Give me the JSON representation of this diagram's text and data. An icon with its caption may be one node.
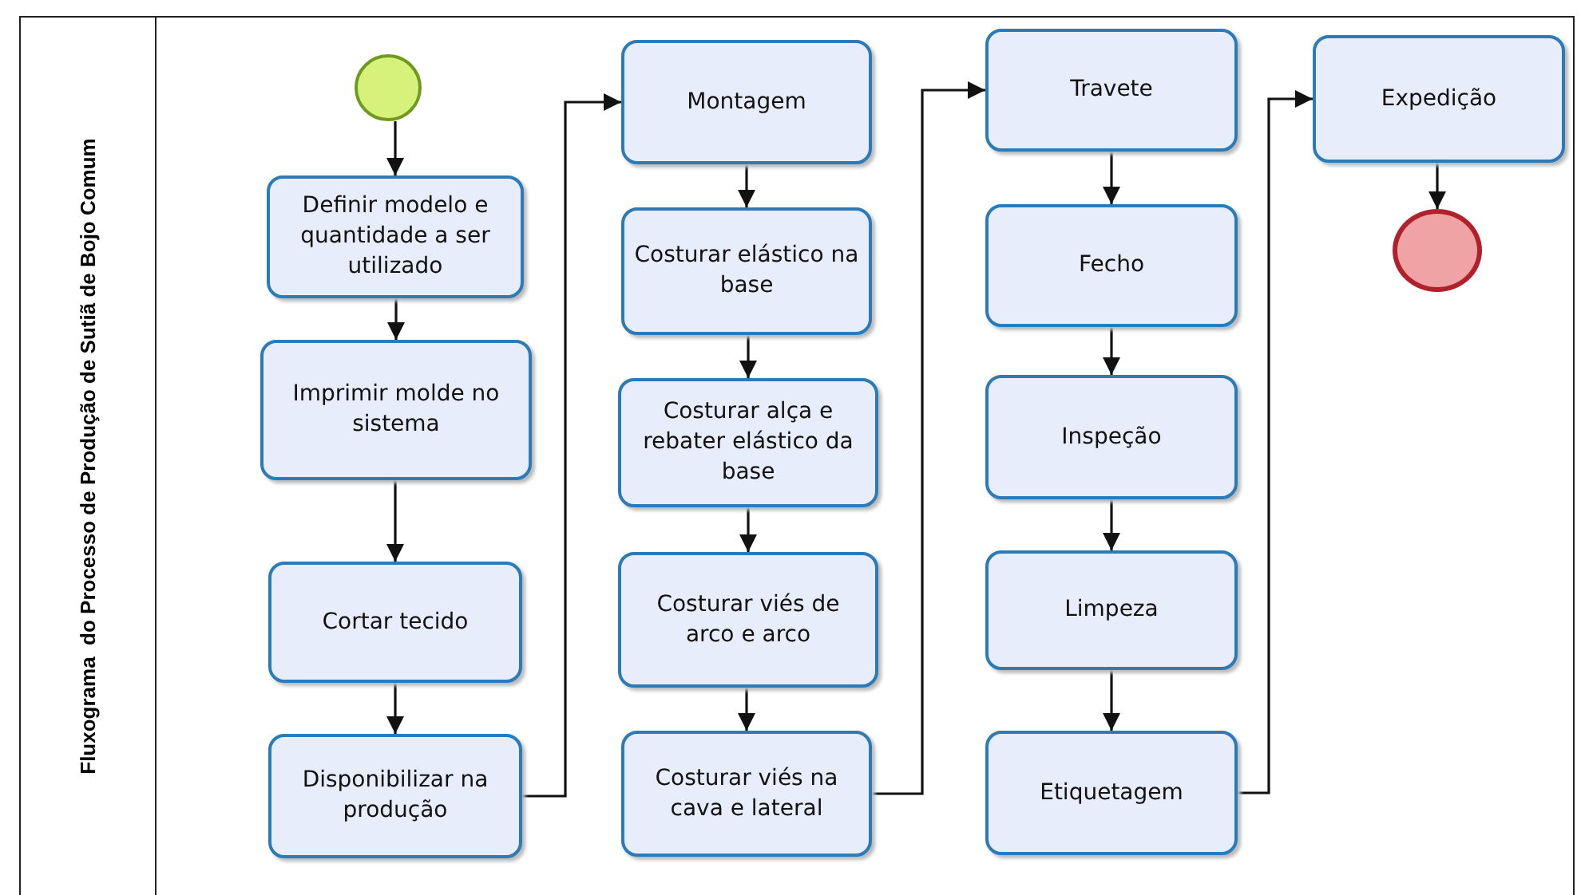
{
  "diagram": {
    "nodes": [
      {
        "text": [
          "Fluxograma  do Processo de Produção de Sutiã de Bojo Comum"
        ]
      },
      {
        "text": [],
        "shape": "circle",
        "in": 0
      },
      {
        "text": [
          "Definir modelo e quantidade a ser utilizado"
        ],
        "in": 0
      },
      {
        "text": [
          "Imprimir molde no sistema"
        ],
        "in": 0
      },
      {
        "text": [
          "Cortar tecido"
        ],
        "in": 0
      },
      {
        "text": [
          "Disponibilizar na produção"
        ],
        "in": 0
      },
      {
        "text": [
          "Montagem"
        ],
        "in": 0
      },
      {
        "text": [
          "Costurar elástico na base"
        ],
        "in": 0
      },
      {
        "text": [
          "Costurar alça e rebater  elástico da base"
        ],
        "in": 0
      },
      {
        "text": [
          "Costurar viés de arco e arco"
        ],
        "in": 0
      },
      {
        "text": [
          "Costurar viés na cava e lateral"
        ],
        "in": 0
      },
      {
        "text": [
          "Travete"
        ],
        "in": 0
      },
      {
        "text": [
          "Fecho"
        ],
        "in": 0
      },
      {
        "text": [
          "Inspeção"
        ],
        "in": 0
      },
      {
        "text": [
          "Limpeza"
        ],
        "in": 0
      },
      {
        "text": [
          "Etiquetagem"
        ],
        "in": 0
      },
      {
        "text": [
          "Expedição"
        ],
        "in": 0
      },
      {
        "text": [],
        "shape": "circle",
        "in": 0
      }
    ],
    "edges": [
      {
        "from": 1,
        "to": 2,
        "arrow": "to"
      },
      {
        "from": 2,
        "to": 3,
        "arrow": "to"
      },
      {
        "from": 3,
        "to": 4,
        "arrow": "to"
      },
      {
        "from": 4,
        "to": 5,
        "arrow": "to"
      },
      {
        "from": 5,
        "to": 6,
        "arrow": "to"
      },
      {
        "from": 6,
        "to": 7,
        "arrow": "to"
      },
      {
        "from": 7,
        "to": 8,
        "arrow": "to"
      },
      {
        "from": 8,
        "to": 9,
        "arrow": "to"
      },
      {
        "from": 9,
        "to": 10,
        "arrow": "to"
      },
      {
        "from": 10,
        "to": 11,
        "arrow": "to"
      },
      {
        "from": 11,
        "to": 12,
        "arrow": "to"
      },
      {
        "from": 12,
        "to": 13,
        "arrow": "to"
      },
      {
        "from": 13,
        "to": 14,
        "arrow": "to"
      },
      {
        "from": 14,
        "to": 15,
        "arrow": "to"
      },
      {
        "from": 15,
        "to": 16,
        "arrow": "to"
      },
      {
        "from": 16,
        "to": 17,
        "arrow": "to"
      }
    ]
  }
}
